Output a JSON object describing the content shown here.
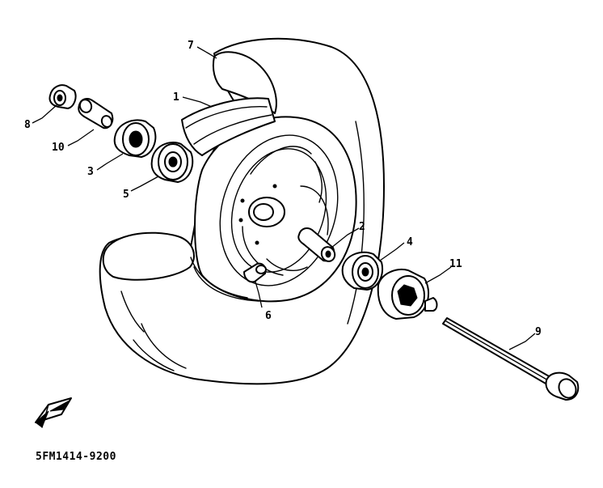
{
  "callouts": {
    "c1": "1",
    "c2": "2",
    "c3": "3",
    "c4": "4",
    "c5": "5",
    "c6": "6",
    "c7": "7",
    "c8": "8",
    "c9": "9",
    "c10": "10",
    "c11": "11"
  },
  "diagram_code": "5FM1414-9200"
}
